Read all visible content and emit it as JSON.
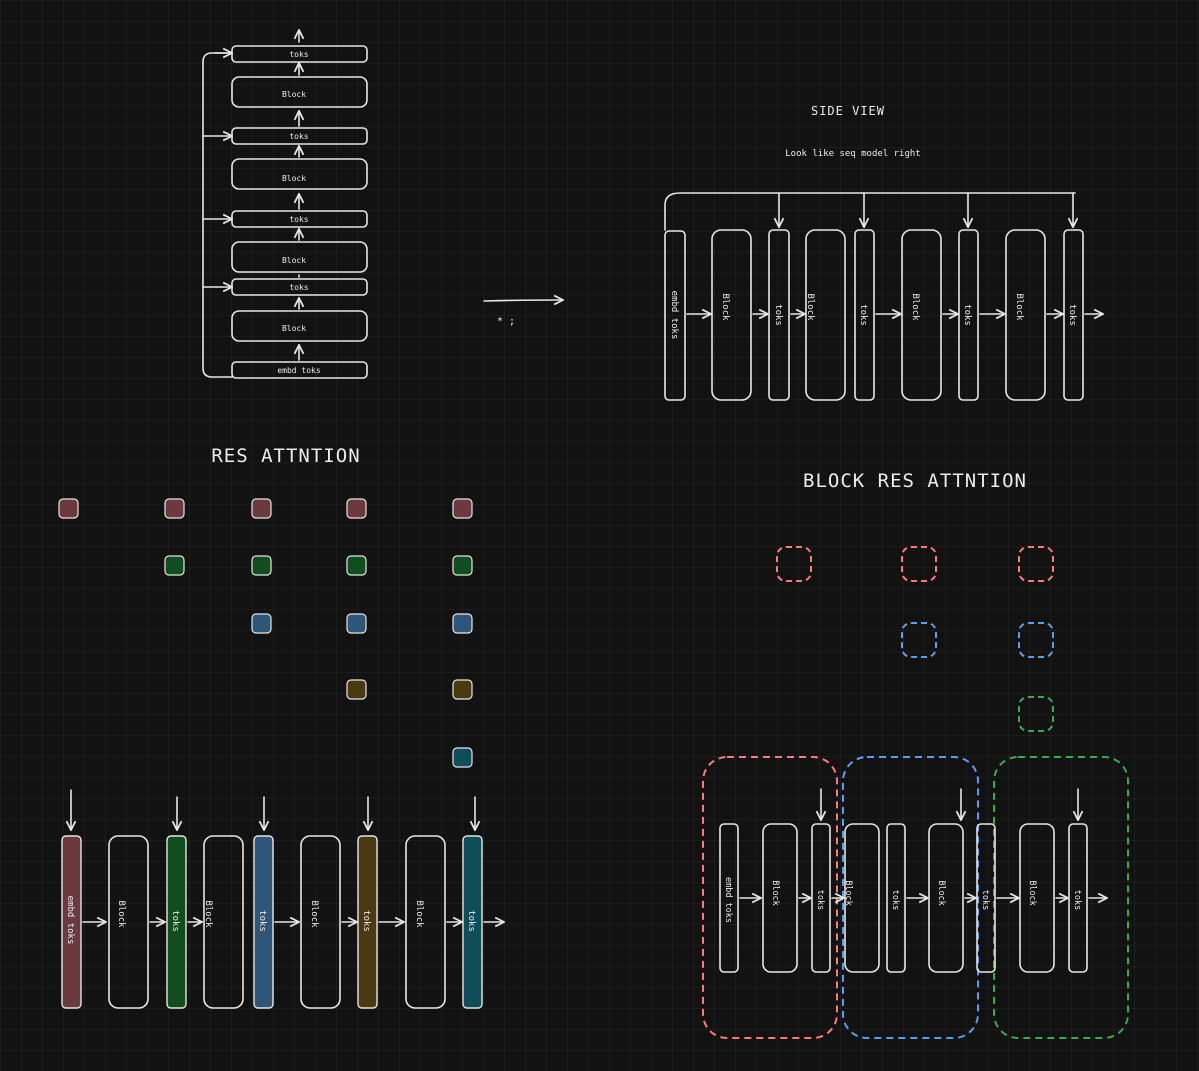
{
  "colors": {
    "stroke": "#e6e6e6",
    "red": "#6b3a3e",
    "green": "#114d1f",
    "blue": "#2f5578",
    "yellow": "#4a3a12",
    "teal": "#0f4e58",
    "dash_red": "#ff7b7b",
    "dash_blue": "#5aa0f0",
    "dash_green": "#3aaa4c"
  },
  "stack": {
    "tok_label": "toks",
    "block_label": "Block",
    "embed_label": "embd toks"
  },
  "middle": {
    "note": "* ;"
  },
  "side_view": {
    "title": "SIDE VIEW",
    "subtitle": "Look like seq model right",
    "embed_label": "embd toks",
    "block_label": "Block",
    "tok_label": "toks"
  },
  "res_attention": {
    "title": "RES ATTNTION",
    "embed_label": "embd toks",
    "block_label": "Block",
    "tok_label": "toks"
  },
  "block_res_attention": {
    "title": "BLOCK RES ATTNTION",
    "embed_label": "embd toks",
    "block_label": "Block",
    "tok_label": "toks"
  }
}
